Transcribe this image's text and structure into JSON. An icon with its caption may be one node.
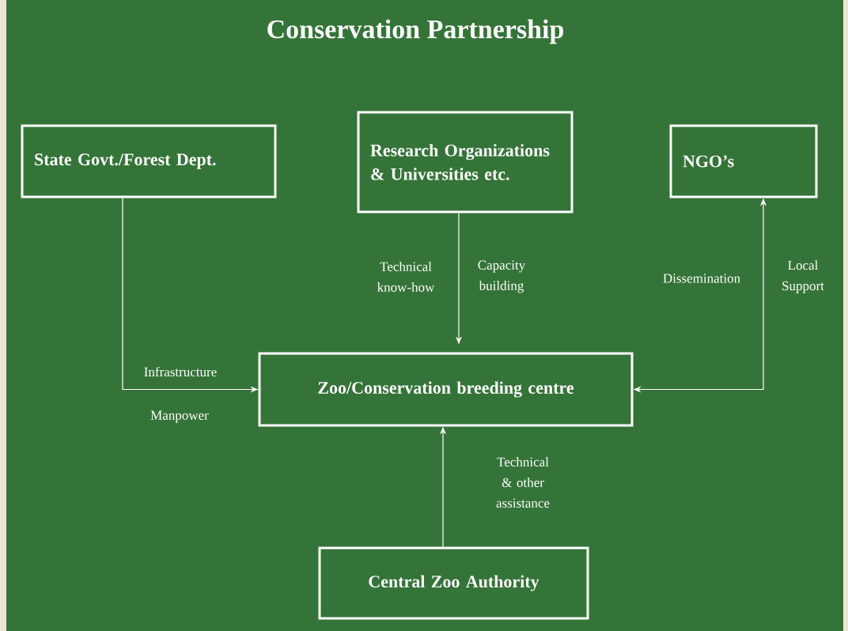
{
  "diagram": {
    "title": "Conservation Partnership",
    "nodes": [
      {
        "text": [
          "State Govt./Forest Dept."
        ]
      },
      {
        "text": [
          "Research Organizations & Universities etc."
        ]
      },
      {
        "text": [
          "NGO’s"
        ]
      },
      {
        "text": [
          "Zoo/Conservation breeding centre"
        ]
      },
      {
        "text": [
          "Central Zoo Authority"
        ]
      }
    ],
    "edges": [
      {
        "from": 0,
        "to": 3,
        "arrow": "to",
        "label": "Infrastructure"
      },
      {
        "from": 1,
        "to": 3,
        "arrow": "to",
        "label": "Technical know-how"
      },
      {
        "from": 2,
        "to": 3,
        "arrow": "both",
        "label": "Local Support"
      },
      {
        "from": 4,
        "to": 3,
        "arrow": "to",
        "label": "Technical & other assistance"
      }
    ],
    "labels": [
      "Manpower",
      "Capacity building",
      "Dissemination"
    ]
  }
}
